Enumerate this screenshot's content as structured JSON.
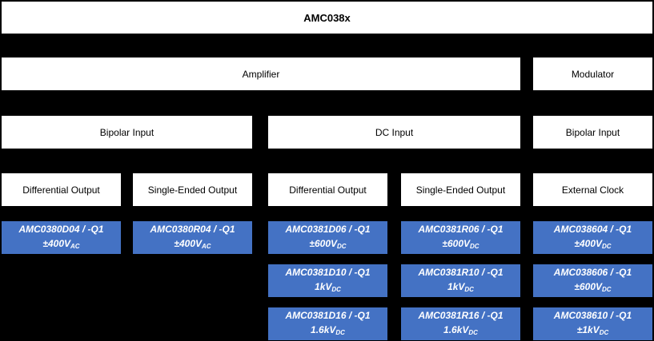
{
  "title": "AMC038x",
  "colors": {
    "background": "#000000",
    "box_fill": "#ffffff",
    "box_text": "#000000",
    "part_fill": "#4472C4",
    "part_text": "#ffffff"
  },
  "level2": {
    "amplifier": "Amplifier",
    "modulator": "Modulator"
  },
  "level3": {
    "bipolar_left": "Bipolar Input",
    "dc": "DC Input",
    "bipolar_right": "Bipolar Input"
  },
  "level4": [
    "Differential Output",
    "Single-Ended Output",
    "Differential Output",
    "Single-Ended Output",
    "External Clock"
  ],
  "parts": {
    "amp_bipolar_differential": [
      {
        "name": "AMC0380D04 / -Q1",
        "rating": "±400V",
        "rating_sub": "AC"
      }
    ],
    "amp_bipolar_single_ended": [
      {
        "name": "AMC0380R04 / -Q1",
        "rating": "±400V",
        "rating_sub": "AC"
      }
    ],
    "amp_dc_differential": [
      {
        "name": "AMC0381D06 / -Q1",
        "rating": "±600V",
        "rating_sub": "DC"
      },
      {
        "name": "AMC0381D10 / -Q1",
        "rating": "1kV",
        "rating_sub": "DC"
      },
      {
        "name": "AMC0381D16 / -Q1",
        "rating": "1.6kV",
        "rating_sub": "DC"
      }
    ],
    "amp_dc_single_ended": [
      {
        "name": "AMC0381R06 / -Q1",
        "rating": "±600V",
        "rating_sub": "DC"
      },
      {
        "name": "AMC0381R10 / -Q1",
        "rating": "1kV",
        "rating_sub": "DC"
      },
      {
        "name": "AMC0381R16 / -Q1",
        "rating": "1.6kV",
        "rating_sub": "DC"
      }
    ],
    "mod_external_clock": [
      {
        "name": "AMC038604 / -Q1",
        "rating": "±400V",
        "rating_sub": "DC"
      },
      {
        "name": "AMC038606 / -Q1",
        "rating": "±600V",
        "rating_sub": "DC"
      },
      {
        "name": "AMC038610 / -Q1",
        "rating": "±1kV",
        "rating_sub": "DC"
      }
    ]
  }
}
